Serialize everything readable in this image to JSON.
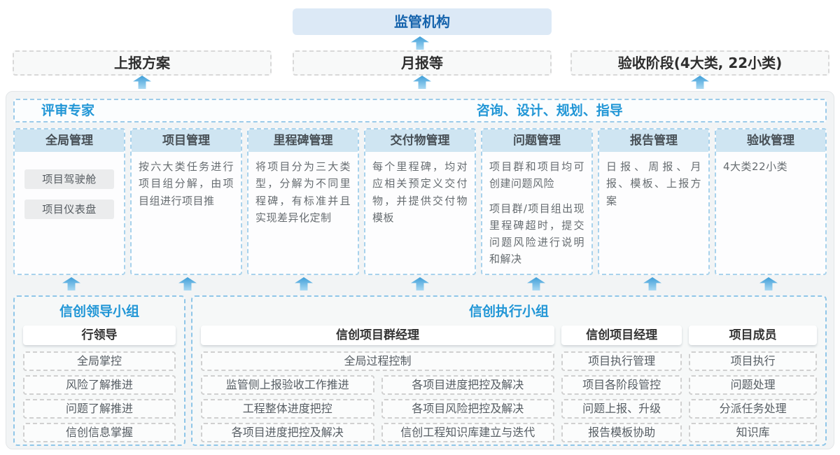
{
  "colors": {
    "accent_blue": "#2196d6",
    "regulator_text": "#1563ac",
    "regulator_bg": "#dce9f6",
    "panel_bg": "#f2f4f5",
    "column_header_bg": "#cfe5f2",
    "dashed_blue_border": "#8fc6e8",
    "dashed_gray_border": "#d0d0d0",
    "arrow_blue": "#55abdf"
  },
  "top": {
    "regulator_label": "监管机构"
  },
  "report_row": [
    "上报方案",
    "月报等",
    "验收阶段(4大类, 22小类)"
  ],
  "expert_row": {
    "left_label": "评审专家",
    "right_label": "咨询、设计、规划、指导"
  },
  "columns": [
    {
      "title": "全局管理",
      "chips": [
        "项目驾驶舱",
        "项目仪表盘"
      ]
    },
    {
      "title": "项目管理",
      "text": "按六大类任务进行项目组分解，由项目组进行项目推"
    },
    {
      "title": "里程碑管理",
      "text": "将项目分为三大类型，分解为不同里程碑，有标准并且实现差异化定制"
    },
    {
      "title": "交付物管理",
      "text": "每个里程碑，均对应相关预定义交付物，并提供交付物模板"
    },
    {
      "title": "问题管理",
      "paragraphs": [
        "项目群和项目均可创建问题风险",
        "项目群/项目组出现里程碑超时，提交问题风险进行说明和解决"
      ]
    },
    {
      "title": "报告管理",
      "text": "日报、周报、月报、模板、上报方案"
    },
    {
      "title": "验收管理",
      "text": "4大类22小类"
    }
  ],
  "groups": {
    "lead": {
      "title": "信创领导小组",
      "role": "行领导",
      "items": [
        "全局掌控",
        "风险了解推进",
        "问题了解推进",
        "信创信息掌握"
      ]
    },
    "exec": {
      "title": "信创执行小组",
      "program_manager": {
        "role": "信创项目群经理",
        "full_item": "全局过程控制",
        "left_items": [
          "监管侧上报验收工作推进",
          "工程整体进度把控",
          "各项目进度把控及解决"
        ],
        "right_items": [
          "各项目进度把控及解决",
          "各项目风险把控及解决",
          "信创工程知识库建立与迭代"
        ]
      },
      "project_manager": {
        "role": "信创项目经理",
        "items": [
          "项目执行管理",
          "项目各阶段管控",
          "问题上报、升级",
          "报告模板协助"
        ]
      },
      "member": {
        "role": "项目成员",
        "items": [
          "项目执行",
          "问题处理",
          "分派任务处理",
          "知识库"
        ]
      }
    }
  }
}
